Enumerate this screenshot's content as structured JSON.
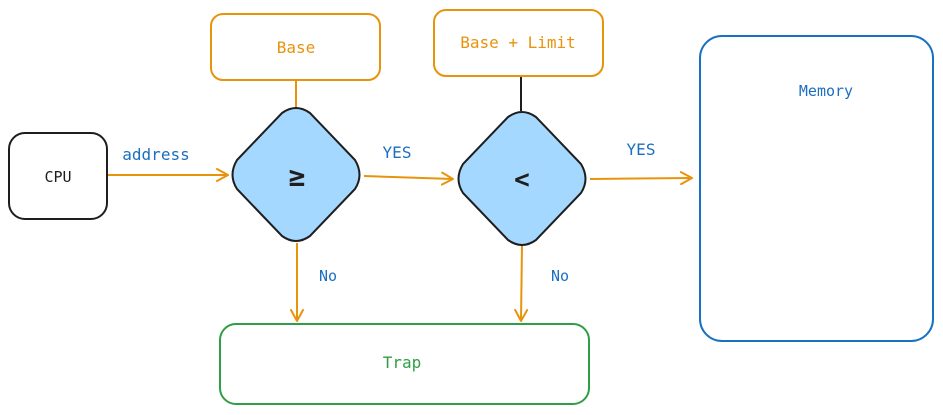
{
  "nodes": {
    "cpu": "CPU",
    "base": "Base",
    "base_limit": "Base + Limit",
    "compare_ge": "≥",
    "compare_lt": "<",
    "memory": "Memory",
    "trap": "Trap"
  },
  "edges": {
    "address": "address",
    "yes_1": "YES",
    "yes_2": "YES",
    "no_1": "No",
    "no_2": "No"
  },
  "colors": {
    "orange": "#e8930c",
    "blue_text": "#1c6fbf",
    "blue_border": "#1971c2",
    "diamond_fill": "#a5d8ff",
    "dark": "#1e1e1e",
    "green": "#2f9e44"
  }
}
